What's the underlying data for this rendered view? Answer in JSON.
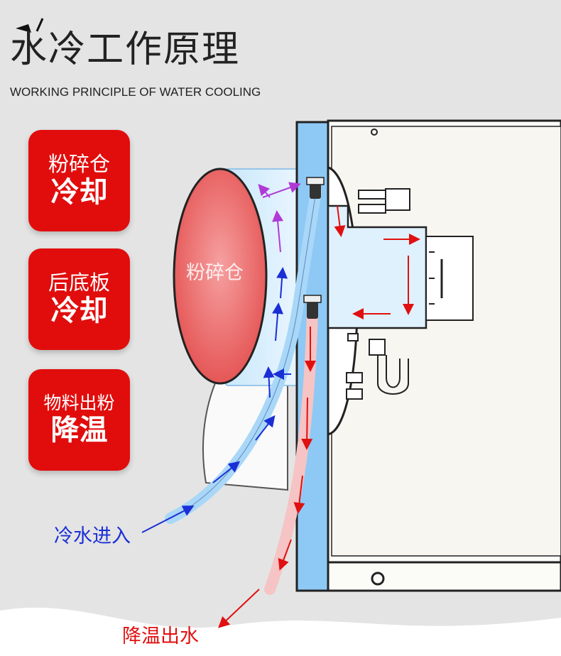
{
  "title": "水冷工作原理",
  "subtitle": "WORKING PRINCIPLE OF WATER COOLING",
  "cards": [
    {
      "line1": "粉碎仓",
      "line2": "冷却"
    },
    {
      "line1": "后底板",
      "line2": "冷却"
    },
    {
      "line1": "物料出粉",
      "line2": "降温"
    }
  ],
  "diagram": {
    "chamber_label": "粉碎仓",
    "water_in_label": "冷水进入",
    "water_out_label": "降温出水"
  },
  "colors": {
    "card_red": "#e10d0d",
    "cold_water_blue": "#1a2fd6",
    "hot_water_red": "#e01010",
    "panel_blue": "#8ec9f5",
    "chamber_red": "#ef7070"
  }
}
